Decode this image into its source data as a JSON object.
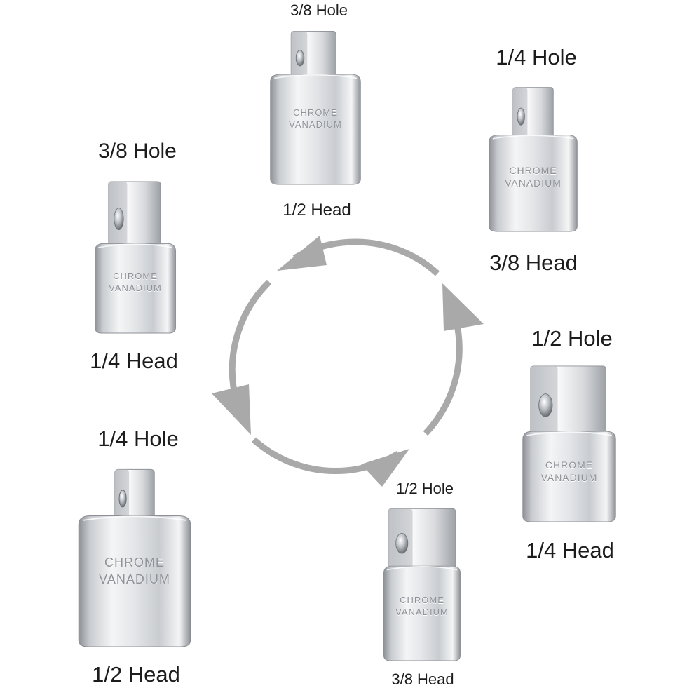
{
  "adapters": [
    {
      "id": "a1",
      "hole": "3/8 Hole",
      "head": "1/2 Head",
      "engraving": [
        "CHROME",
        "VANADIUM"
      ]
    },
    {
      "id": "a2",
      "hole": "1/4 Hole",
      "head": "3/8 Head",
      "engraving": [
        "CHROME",
        "VANADIUM"
      ]
    },
    {
      "id": "a3",
      "hole": "3/8 Hole",
      "head": "1/4 Head",
      "engraving": [
        "CHROME",
        "VANADIUM"
      ]
    },
    {
      "id": "a4",
      "hole": "1/2 Hole",
      "head": "1/4 Head",
      "engraving": [
        "CHROME",
        "VANADIUM"
      ]
    },
    {
      "id": "a5",
      "hole": "1/4 Hole",
      "head": "1/2 Head",
      "engraving": [
        "CHROME",
        "VANADIUM"
      ]
    },
    {
      "id": "a6",
      "hole": "1/2 Hole",
      "head": "3/8 Head",
      "engraving": [
        "CHROME",
        "VANADIUM"
      ]
    }
  ],
  "colors": {
    "arrow": "#a9a9a9",
    "chrome_light": "#f4f5f6",
    "chrome_mid": "#c9ccd0",
    "chrome_dark": "#8d9196",
    "text": "#1c1c1c"
  }
}
